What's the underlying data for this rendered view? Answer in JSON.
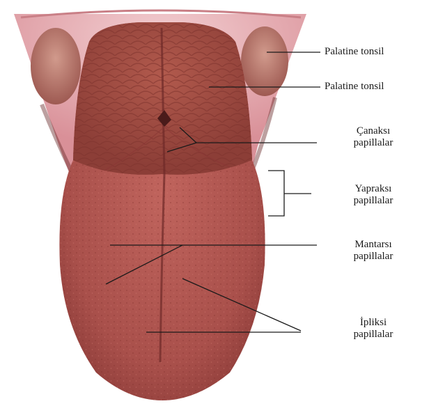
{
  "labels": {
    "palatine_tonsil_1": "Palatine tonsil",
    "palatine_tonsil_2": "Palatine tonsil",
    "canaksi_1": "Çanaksı",
    "canaksi_2": "papillalar",
    "yapraksi_1": "Yapraksı",
    "yapraksi_2": "papillalar",
    "mantarsi_1": "Mantarsı",
    "mantarsi_2": "papillalar",
    "ipliksi_1": "İpliksi",
    "ipliksi_2": "papillalar"
  },
  "colors": {
    "throat": "#e6b0b4",
    "tonsil": "#b8736a",
    "tongue_back": "#a54e44",
    "tongue_front": "#b25754",
    "line": "#1a1a1a"
  }
}
